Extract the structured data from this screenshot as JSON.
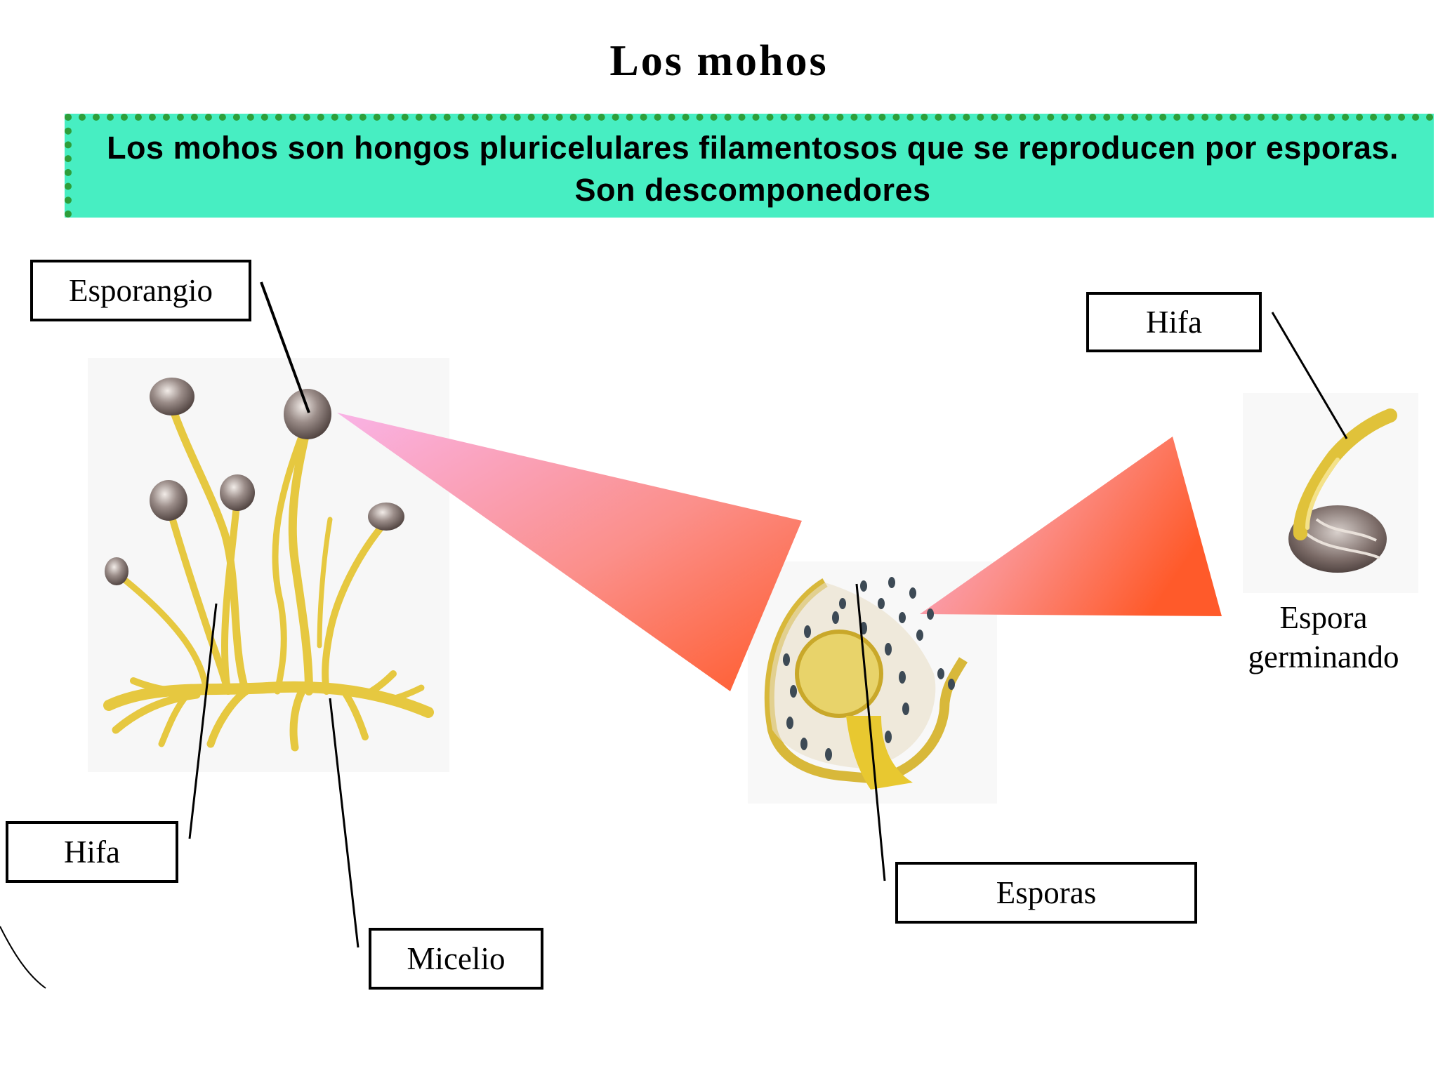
{
  "title": "Los mohos",
  "banner": {
    "text": "Los mohos son hongos pluricelulares filamentosos que se reproducen por esporas. Son descomponedores"
  },
  "labels": {
    "esporangio": "Esporangio",
    "hifa_left": "Hifa",
    "micelio": "Micelio",
    "esporas": "Esporas",
    "hifa_right": "Hifa",
    "espora_germinando_line1": "Espora",
    "espora_germinando_line2": "germinando"
  },
  "colors": {
    "banner_bg": "#47eec2",
    "banner_border": "#2e9e3a",
    "hyphae": "#e6c840",
    "sporangium": "#6b5b58",
    "zoom_pink": "#f9b3e6",
    "zoom_red": "#ff5a2a"
  }
}
